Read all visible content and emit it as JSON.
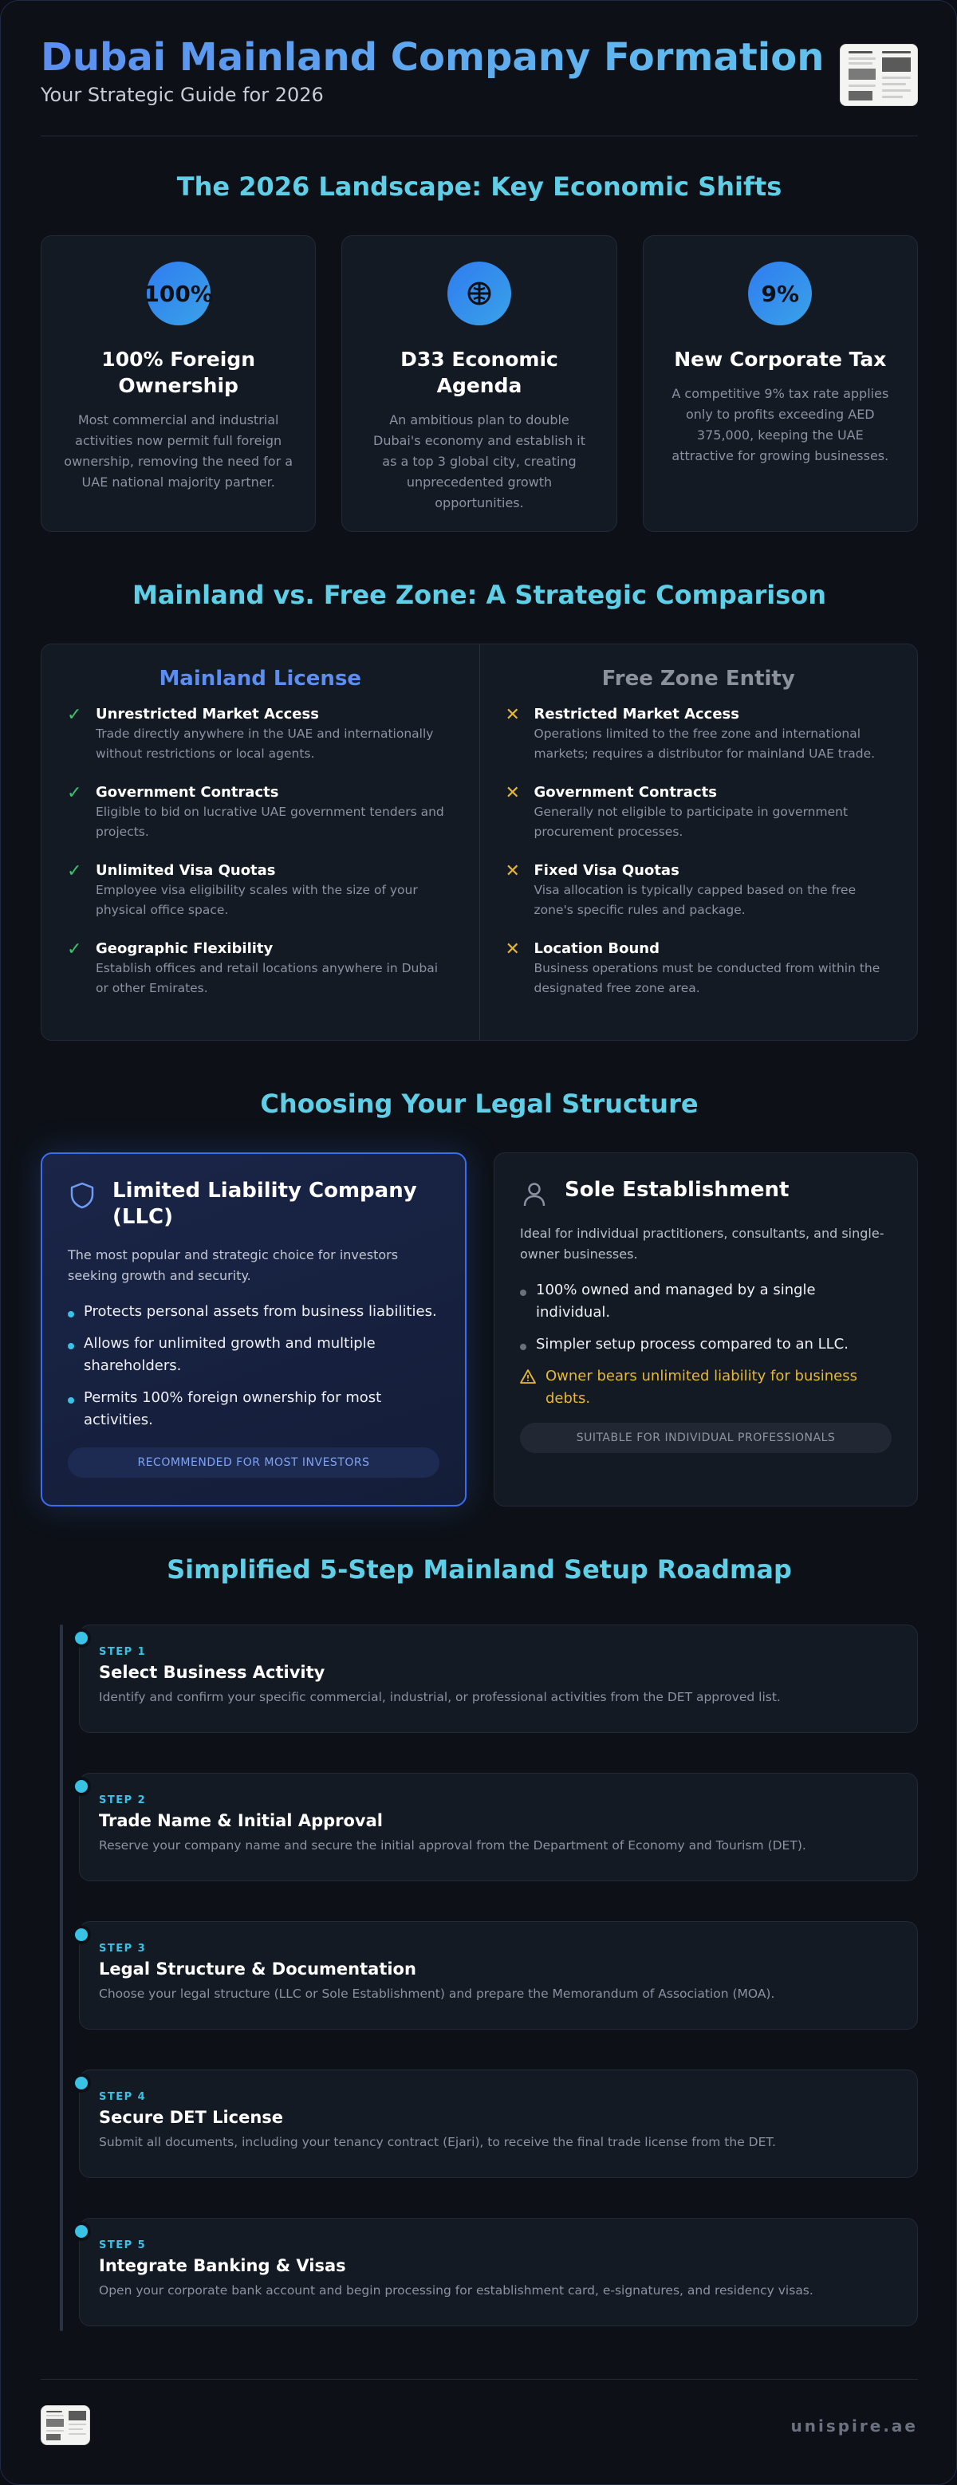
{
  "header": {
    "title": "Dubai Mainland Company Formation",
    "subtitle": "Your Strategic Guide for 2026"
  },
  "landscape": {
    "title": "The 2026 Landscape: Key Economic Shifts",
    "cards": [
      {
        "badge": "100%",
        "icon": "percent-badge",
        "title": "100% Foreign Ownership",
        "text": "Most commercial and industrial activities now permit full foreign ownership, removing the need for a UAE national majority partner."
      },
      {
        "badge": "",
        "icon": "globe-icon",
        "title": "D33 Economic Agenda",
        "text": "An ambitious plan to double Dubai's economy and establish it as a top 3 global city, creating unprecedented growth opportunities."
      },
      {
        "badge": "9%",
        "icon": "percent-badge",
        "title": "New Corporate Tax",
        "text": "A competitive 9% tax rate applies only to profits exceeding AED 375,000, keeping the UAE attractive for growing businesses."
      }
    ]
  },
  "comparison": {
    "title": "Mainland vs. Free Zone: A Strategic Comparison",
    "mainland": {
      "heading": "Mainland License",
      "items": [
        {
          "title": "Unrestricted Market Access",
          "text": "Trade directly anywhere in the UAE and internationally without restrictions or local agents."
        },
        {
          "title": "Government Contracts",
          "text": "Eligible to bid on lucrative UAE government tenders and projects."
        },
        {
          "title": "Unlimited Visa Quotas",
          "text": "Employee visa eligibility scales with the size of your physical office space."
        },
        {
          "title": "Geographic Flexibility",
          "text": "Establish offices and retail locations anywhere in Dubai or other Emirates."
        }
      ]
    },
    "freezone": {
      "heading": "Free Zone Entity",
      "items": [
        {
          "title": "Restricted Market Access",
          "text": "Operations limited to the free zone and international markets; requires a distributor for mainland UAE trade."
        },
        {
          "title": "Government Contracts",
          "text": "Generally not eligible to participate in government procurement processes."
        },
        {
          "title": "Fixed Visa Quotas",
          "text": "Visa allocation is typically capped based on the free zone's specific rules and package."
        },
        {
          "title": "Location Bound",
          "text": "Business operations must be conducted from within the designated free zone area."
        }
      ]
    }
  },
  "legal": {
    "title": "Choosing Your Legal Structure",
    "llc": {
      "title": "Limited Liability Company (LLC)",
      "icon": "shield-icon",
      "description": "The most popular and strategic choice for investors seeking growth and security.",
      "items": [
        "Protects personal assets from business liabilities.",
        "Allows for unlimited growth and multiple shareholders.",
        "Permits 100% foreign ownership for most activities."
      ],
      "tag": "RECOMMENDED FOR MOST INVESTORS"
    },
    "sole": {
      "title": "Sole Establishment",
      "icon": "person-icon",
      "description": "Ideal for individual practitioners, consultants, and single-owner businesses.",
      "items": [
        "100% owned and managed by a single individual.",
        "Simpler setup process compared to an LLC."
      ],
      "warning": "Owner bears unlimited liability for business debts.",
      "tag": "SUITABLE FOR INDIVIDUAL PROFESSIONALS"
    }
  },
  "roadmap": {
    "title": "Simplified 5-Step Mainland Setup Roadmap",
    "steps": [
      {
        "label": "STEP 1",
        "title": "Select Business Activity",
        "text": "Identify and confirm your specific commercial, industrial, or professional activities from the DET approved list."
      },
      {
        "label": "STEP 2",
        "title": "Trade Name & Initial Approval",
        "text": "Reserve your company name and secure the initial approval from the Department of Economy and Tourism (DET)."
      },
      {
        "label": "STEP 3",
        "title": "Legal Structure & Documentation",
        "text": "Choose your legal structure (LLC or Sole Establishment) and prepare the Memorandum of Association (MOA)."
      },
      {
        "label": "STEP 4",
        "title": "Secure DET License",
        "text": "Submit all documents, including your tenancy contract (Ejari), to receive the final trade license from the DET."
      },
      {
        "label": "STEP 5",
        "title": "Integrate Banking & Visas",
        "text": "Open your corporate bank account and begin processing for establishment card, e-signatures, and residency visas."
      }
    ]
  },
  "footer": {
    "brand": "unispire.ae"
  },
  "colors": {
    "accent_blue": "#5b8ef0",
    "accent_cyan": "#5fcfe8",
    "check_green": "#36c46a",
    "cross_amber": "#e8b730",
    "background": "#0d1117"
  }
}
